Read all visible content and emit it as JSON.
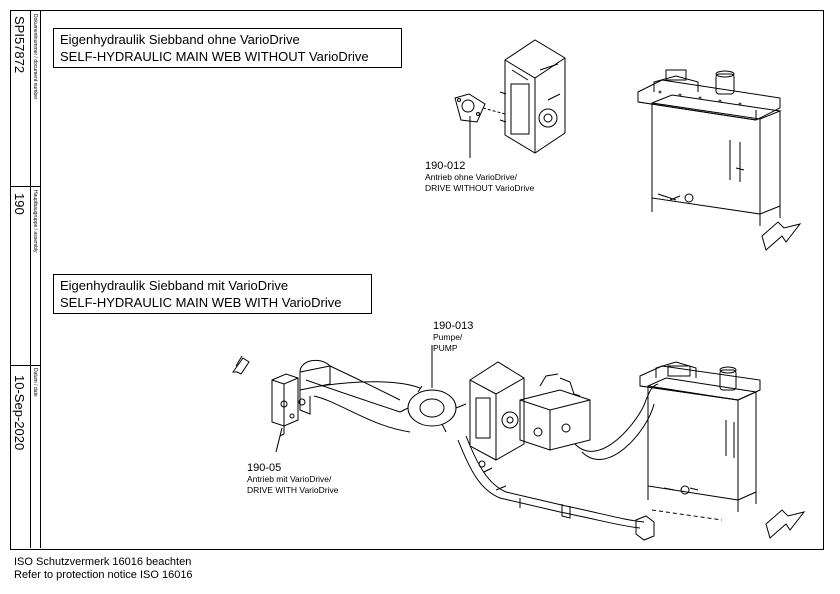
{
  "title_block": {
    "doc_number": "SPI57872",
    "doc_number_label": "Dokumentnummer / document number",
    "assembly": "190",
    "assembly_label": "Hauptbaugruppe / assembly",
    "date": "10-Sep-2020",
    "date_label": "Datum / date"
  },
  "section1": {
    "title_de": "Eigenhydraulik Siebband ohne VarioDrive",
    "title_en": "SELF-HYDRAULIC MAIN WEB WITHOUT VarioDrive",
    "callout_number": "190-012",
    "callout_line1": "Antrieb ohne VarioDrive/",
    "callout_line2": "DRIVE WITHOUT VarioDrive"
  },
  "section2": {
    "title_de": "Eigenhydraulik Siebband mit VarioDrive",
    "title_en": "SELF-HYDRAULIC MAIN WEB WITH VarioDrive",
    "pump_number": "190-013",
    "pump_line1": "Pumpe/",
    "pump_line2": "PUMP",
    "callout_number": "190-05",
    "callout_line1": "Antrieb mit VarioDrive/",
    "callout_line2": "DRIVE WITH VarioDrive"
  },
  "footer": {
    "line1": "ISO Schutzvermerk 16016 beachten",
    "line2": "Refer to protection notice ISO 16016"
  }
}
